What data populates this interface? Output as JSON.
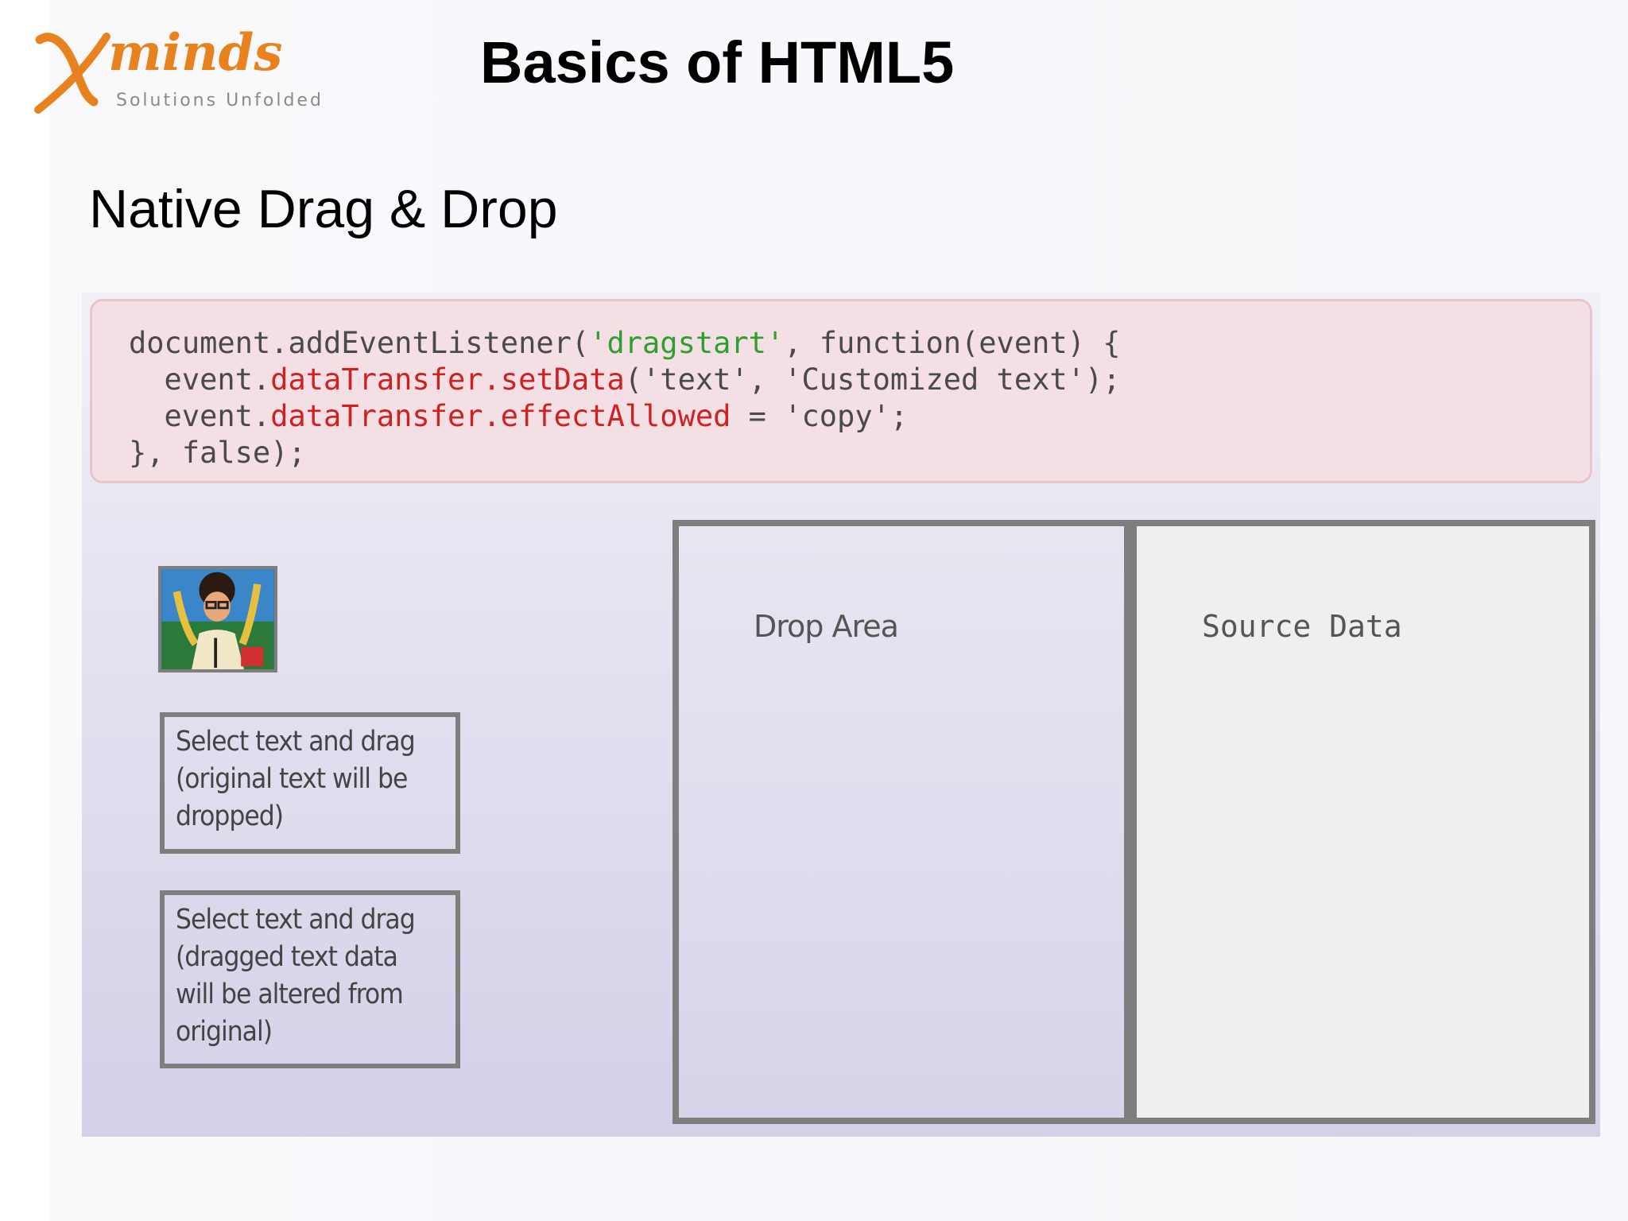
{
  "logo": {
    "wordmark": "Xminds",
    "tagline": "Solutions Unfolded"
  },
  "header": {
    "title": "Basics of HTML5"
  },
  "section": {
    "title": "Native Drag & Drop"
  },
  "code": {
    "lines": [
      [
        "document.addEventListener(",
        "'dragstart'",
        ", function(event) {"
      ],
      [
        "  event.",
        "dataTransfer.setData",
        "('text', 'Customized text');"
      ],
      [
        "  event.",
        "dataTransfer.effectAllowed",
        " = 'copy';"
      ],
      [
        "}, false);"
      ]
    ]
  },
  "demo": {
    "avatar_icon": "avatar-image",
    "box_one": [
      "Select text and drag",
      "(original text will be",
      "dropped)"
    ],
    "box_two": [
      "Select text and drag",
      "(dragged text data",
      "will be altered from",
      "original)"
    ],
    "drop_label": "Drop Area",
    "source_label": "Source Data"
  },
  "colors": {
    "accent_orange": "#e8821e",
    "code_string_green": "#2fa02f",
    "code_keyword_red": "#cc2222",
    "code_bg": "#f4dfe4",
    "border_gray": "#7e7e7e"
  }
}
